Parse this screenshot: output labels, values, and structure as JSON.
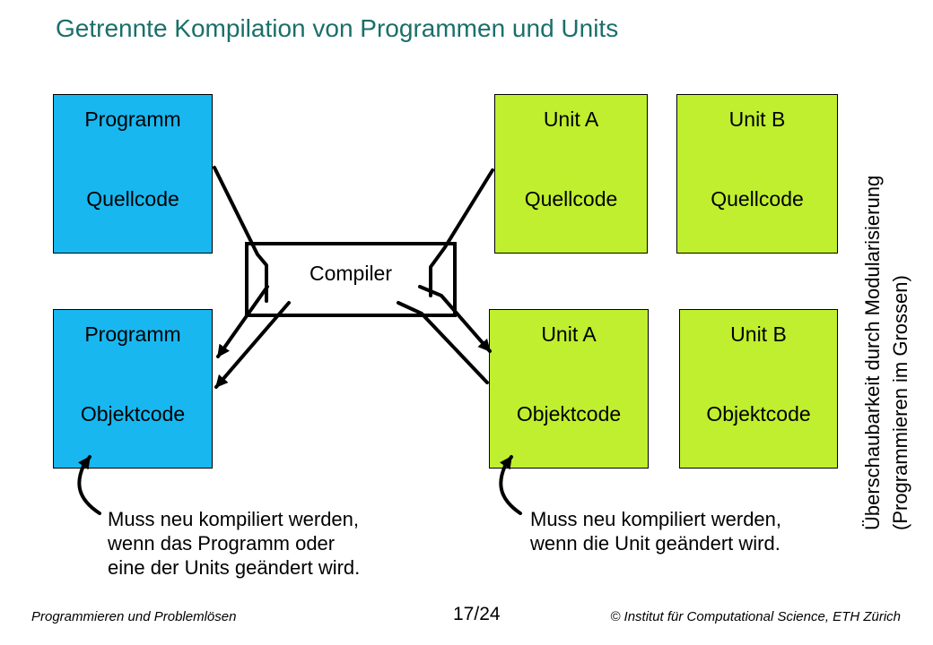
{
  "title": "Getrennte Kompilation von Programmen und Units",
  "boxes": {
    "program_source": {
      "line1": "Programm",
      "line2": "Quellcode"
    },
    "unit_a_source": {
      "line1": "Unit A",
      "line2": "Quellcode"
    },
    "unit_b_source": {
      "line1": "Unit B",
      "line2": "Quellcode"
    },
    "program_object": {
      "line1": "Programm",
      "line2": "Objektcode"
    },
    "unit_a_object": {
      "line1": "Unit A",
      "line2": "Objektcode"
    },
    "unit_b_object": {
      "line1": "Unit B",
      "line2": "Objektcode"
    }
  },
  "compiler": {
    "label": "Compiler"
  },
  "notes": {
    "left": [
      "Muss neu kompiliert werden,",
      "wenn das Programm oder",
      "eine der Units geändert wird."
    ],
    "right": [
      "Muss neu kompiliert werden,",
      "wenn die Unit geändert wird."
    ]
  },
  "side_text": {
    "line1": "Überschaubarkeit durch Modularisierung",
    "line2": "(Programmieren im Grossen)"
  },
  "footer": {
    "left": "Programmieren und Problemlösen",
    "page": "17/24",
    "right": "© Institut für Computational Science, ETH Zürich"
  },
  "colors": {
    "program_box": "#18b7f0",
    "unit_box": "#bfef2e",
    "title": "#1a6f6a"
  }
}
